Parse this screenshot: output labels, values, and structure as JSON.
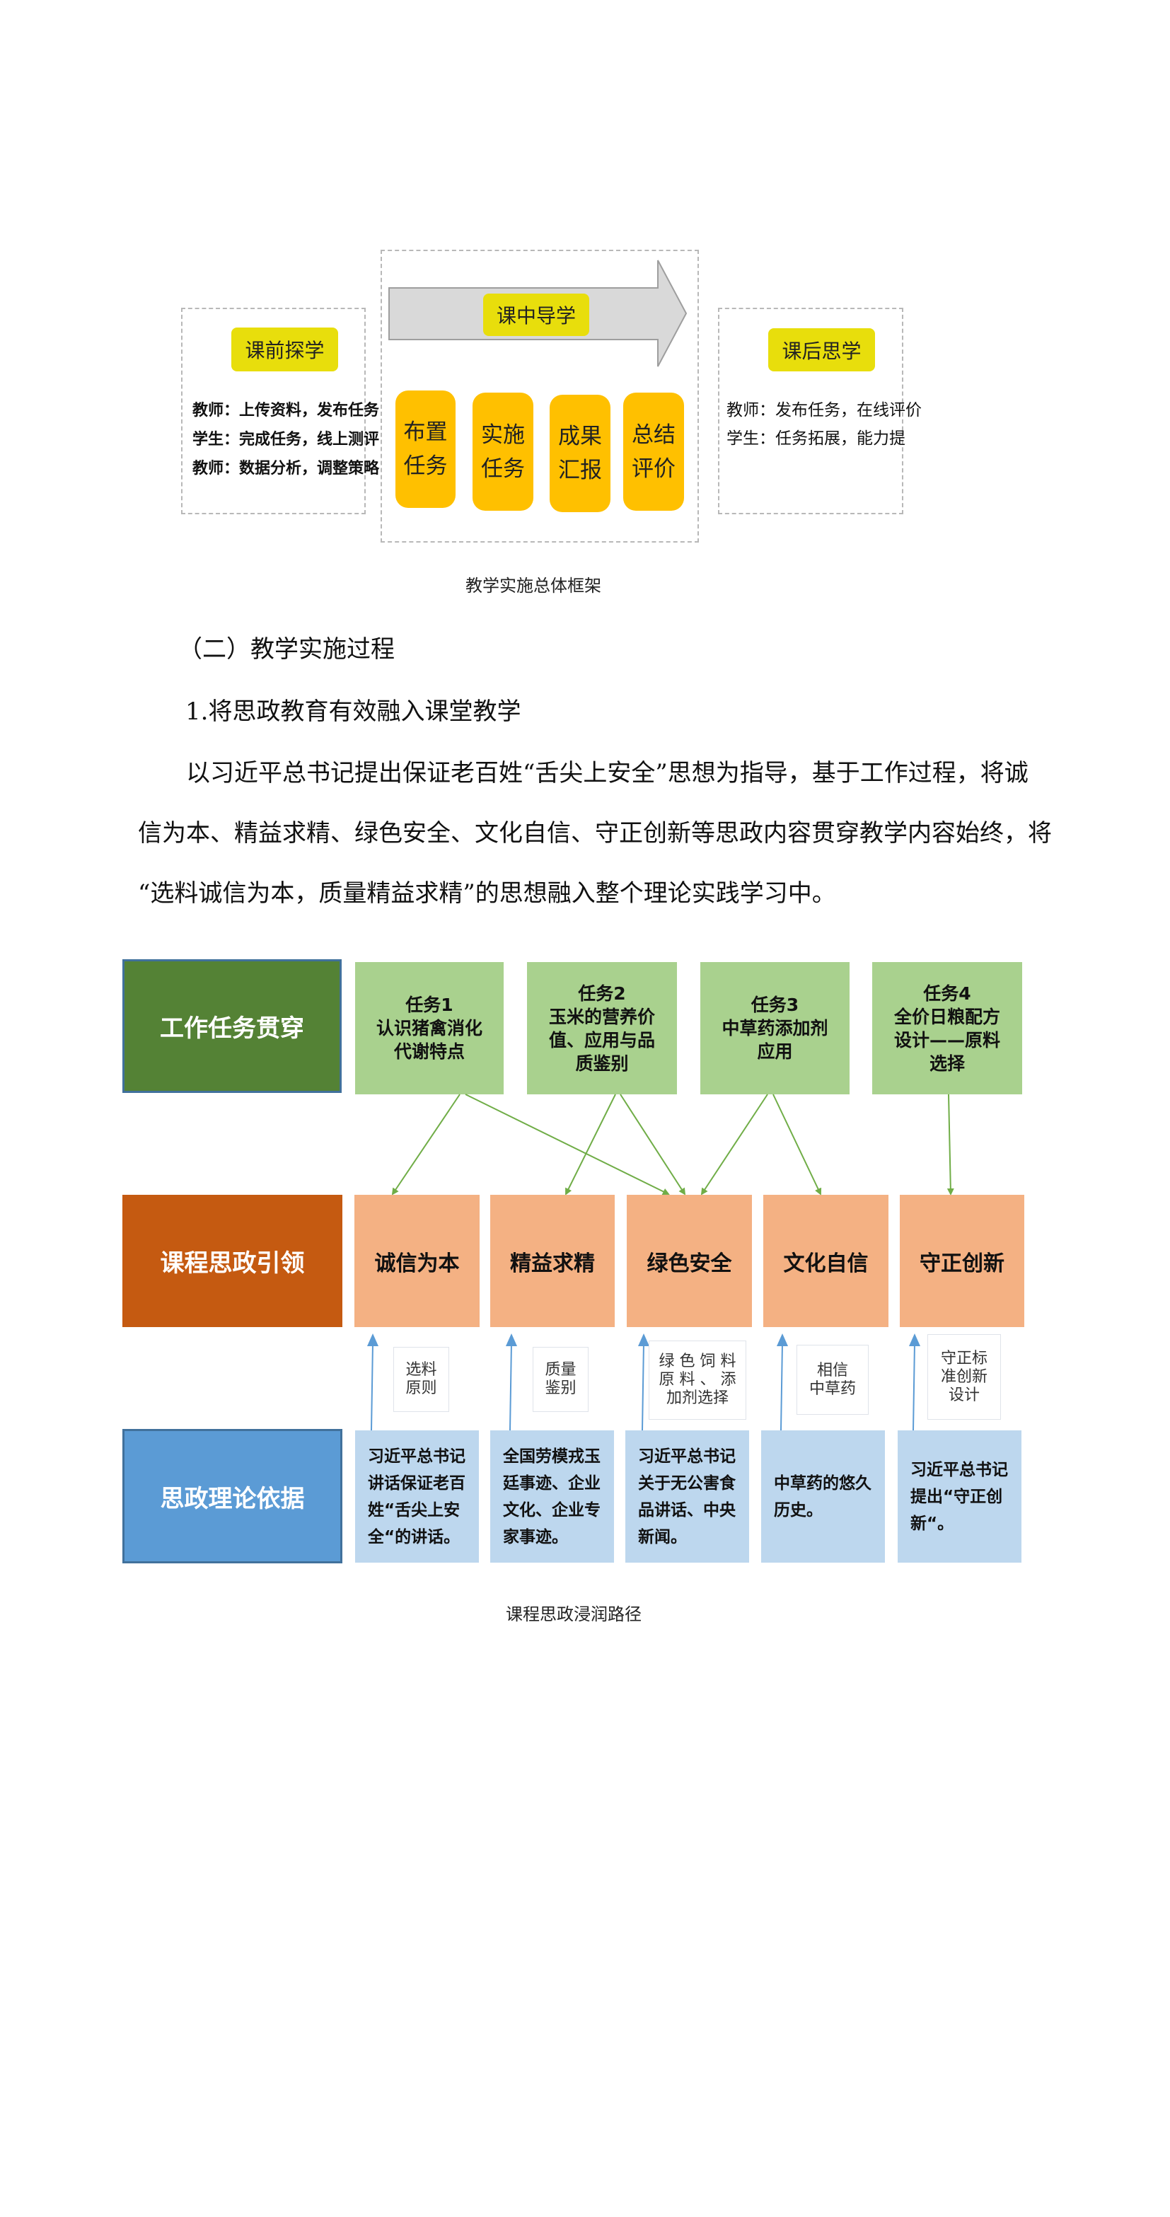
{
  "framework": {
    "pre": {
      "label": "课前探学",
      "lines": [
        "教师：上传资料，发布任务",
        "学生：完成任务，线上测评",
        "教师：数据分析，调整策略"
      ]
    },
    "mid": {
      "label": "课中导学",
      "steps": [
        "布置\n任务",
        "实施\n任务",
        "成果\n汇报",
        "总结\n评价"
      ]
    },
    "post": {
      "label": "课后思学",
      "lines": [
        "教师：发布任务，在线评价",
        "学生：任务拓展，能力提"
      ]
    },
    "caption": "教学实施总体框架"
  },
  "section": {
    "heading": "（二）教学实施过程",
    "subheading": "1.将思政教育有效融入课堂教学",
    "paragraph": [
      "以习近平总书记提出保证老百姓“舌尖上安全”思想为指导，基于工作过程，将诚",
      "信为本、精益求精、绿色安全、文化自信、守正创新等思政内容贯穿教学内容始终，将",
      "“选料诚信为本，质量精益求精”的思想融入整个理论实践学习中。"
    ]
  },
  "path_diagram": {
    "rows": {
      "tasks_label": "工作任务贯穿",
      "values_label": "课程思政引领",
      "theory_label": "思政理论依据"
    },
    "tasks": [
      "任务1\n认识猪禽消化\n代谢特点",
      "任务2\n玉米的营养价\n值、应用与品\n质鉴别",
      "任务3\n中草药添加剂\n应用",
      "任务4\n全价日粮配方\n设计——原料\n选择"
    ],
    "values": [
      "诚信为本",
      "精益求精",
      "绿色安全",
      "文化自信",
      "守正创新"
    ],
    "notes": [
      "选料\n原则",
      "质量\n鉴别",
      "绿 色 饲 料\n原 料 、 添\n加剂选择",
      "相信\n中草药",
      "守正标\n准创新\n设计"
    ],
    "theory": [
      "习近平总书记\n讲话保证老百\n姓“舌尖上安\n全“的讲话。",
      "全国劳模戎玉\n廷事迹、企业\n文化、企业专\n家事迹。",
      "习近平总书记\n关于无公害食\n品讲话、中央\n新闻。",
      "中草药的悠久\n历史。",
      "习近平总书记\n提出“守正创\n新“。"
    ],
    "colors": {
      "tasks_label_bg": "#548235",
      "values_label_bg": "#c55a11",
      "theory_label_bg": "#5b9bd5",
      "task_bg": "#a9d18e",
      "value_bg": "#f4b183",
      "theory_bg": "#bdd7ee",
      "green_arrow": "#70ad47",
      "blue_arrow": "#5b9bd5"
    },
    "caption": "课程思政浸润路径"
  }
}
